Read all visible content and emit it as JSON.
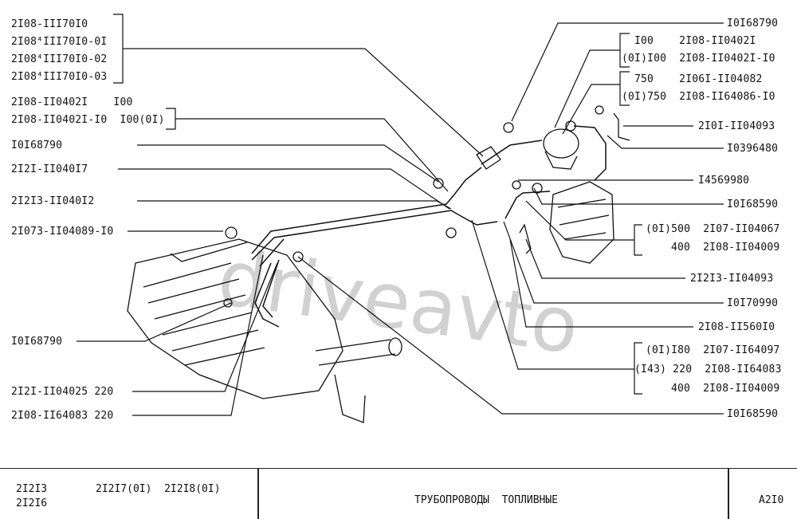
{
  "left_labels": {
    "group1": [
      "2I08-III70I0",
      "2I08⁴III70I0-0I",
      "2I08⁴III70I0-02",
      "2I08⁴III70I0-03"
    ],
    "group2": [
      "2I08-II0402I    I00",
      "2I08-II0402I-I0  I00(0I)"
    ],
    "l3": "I0I68790",
    "l4": "2I2I-II040I7",
    "l5": "2I2I3-II040I2",
    "l6": "2I073-II04089-I0",
    "l7": "I0I68790",
    "l8": "2I2I-II04025 220",
    "l9": "2I08-II64083 220"
  },
  "right_labels": {
    "r1": "I0I68790",
    "r2": [
      "I00    2I08-II0402I",
      "(0I)I00  2I08-II0402I-I0"
    ],
    "r3": [
      "750    2I06I-II04082",
      "(0I)750  2I08-II64086-I0"
    ],
    "r4": "2I0I-II04093",
    "r5": "I0396480",
    "r6": "I4569980",
    "r7": "I0I68590",
    "r8": [
      "(0I)500  2I07-II04067",
      "400  2I08-II04009"
    ],
    "r9": "2I2I3-II04093",
    "r10": "I0I70990",
    "r11": "2I08-II560I0",
    "r12": [
      "(0I)I80  2I07-II64097",
      "(I43) 220  2I08-II64083",
      "400  2I08-II04009"
    ],
    "r13": "I0I68590"
  },
  "watermark": "driveavto",
  "footer": {
    "models_line1_a": "2I2I3",
    "models_line1_b": "2I2I7(0I)  2I2I8(0I)",
    "models_line2": "2I2I6",
    "title": "ТРУБОПРОВОДЫ  ТОПЛИВНЫЕ",
    "code": "A2I0"
  }
}
